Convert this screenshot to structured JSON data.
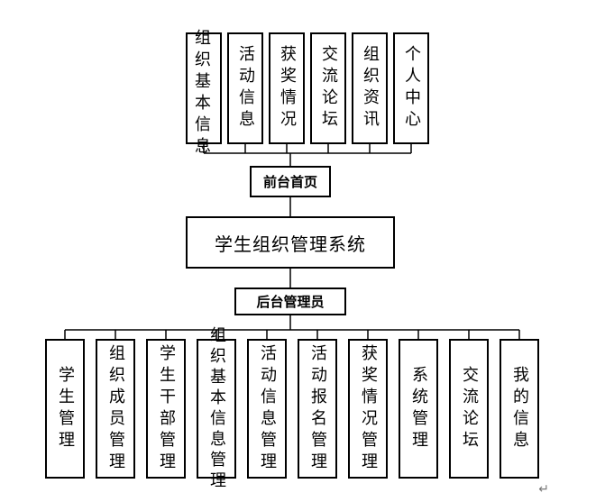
{
  "diagram": {
    "root": "学生组织管理系统",
    "frontend": {
      "label": "前台首页",
      "children": [
        "组织基本信息",
        "活动信息",
        "获奖情况",
        "交流论坛",
        "组织资讯",
        "个人中心"
      ]
    },
    "backend": {
      "label": "后台管理员",
      "children": [
        "学生管理",
        "组织成员管理",
        "学生干部管理",
        "组织基本信息管理",
        "活动信息管理",
        "活动报名管理",
        "获奖情况管理",
        "系统管理",
        "交流论坛",
        "我的信息"
      ]
    }
  },
  "page_marks": {
    "return_symbol": "↵"
  }
}
